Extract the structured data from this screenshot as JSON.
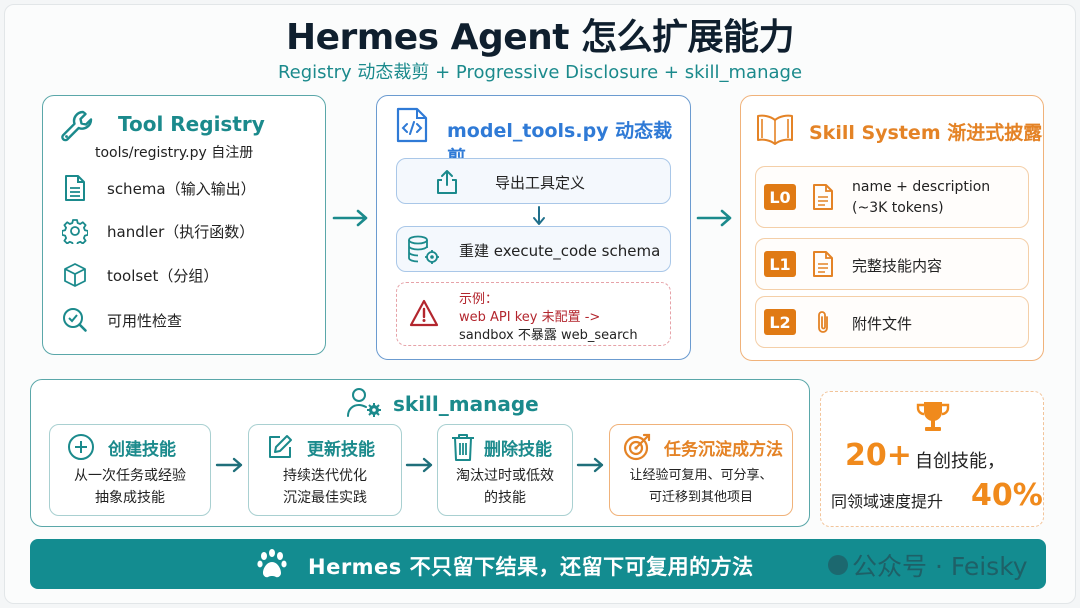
{
  "header": {
    "title": "Hermes Agent 怎么扩展能力",
    "subtitle": "Registry 动态裁剪 + Progressive Disclosure + skill_manage"
  },
  "tool_registry": {
    "title": "Tool Registry",
    "subtitle": "tools/registry.py  自注册",
    "items": [
      {
        "icon": "document-icon",
        "label": "schema（输入输出）"
      },
      {
        "icon": "gear-icon",
        "label": "handler（执行函数）"
      },
      {
        "icon": "cube-icon",
        "label": "toolset（分组）"
      },
      {
        "icon": "search-check-icon",
        "label": "可用性检查"
      }
    ]
  },
  "model_tools": {
    "title": "model_tools.py 动态裁剪",
    "step1": "导出工具定义",
    "step2": "重建  execute_code schema",
    "example_label": "示例：",
    "example_line1": "web API key 未配置 ->",
    "example_line2": "sandbox 不暴露 web_search"
  },
  "skill_system": {
    "title": "Skill System  渐进式披露",
    "levels": [
      {
        "badge": "L0",
        "line1": "name + description",
        "line2": "(~3K tokens)"
      },
      {
        "badge": "L1",
        "line1": "完整技能内容",
        "line2": ""
      },
      {
        "badge": "L2",
        "line1": "附件文件",
        "line2": ""
      }
    ]
  },
  "skill_manage": {
    "title": "skill_manage",
    "steps": [
      {
        "title": "创建技能",
        "line1": "从一次任务或经验",
        "line2": "抽象成技能"
      },
      {
        "title": "更新技能",
        "line1": "持续迭代优化",
        "line2": "沉淀最佳实践"
      },
      {
        "title": "删除技能",
        "line1": "淘汰过时或低效",
        "line2": "的技能"
      },
      {
        "title": "任务沉淀成方法",
        "line1": "让经验可复用、可分享、",
        "line2": "可迁移到其他项目"
      }
    ]
  },
  "stat": {
    "count": "20+",
    "count_label": "自创技能，",
    "speed_label": "同领域速度提升",
    "speed_value": "40%"
  },
  "footer": {
    "text": "Hermes 不只留下结果，还留下可复用的方法",
    "watermark": "公众号 · Feisky"
  },
  "colors": {
    "teal": "#1b8a8c",
    "blue": "#2f7ad6",
    "orange": "#e48326",
    "warn_red": "#b3262e",
    "footer_bg": "#138c90"
  }
}
